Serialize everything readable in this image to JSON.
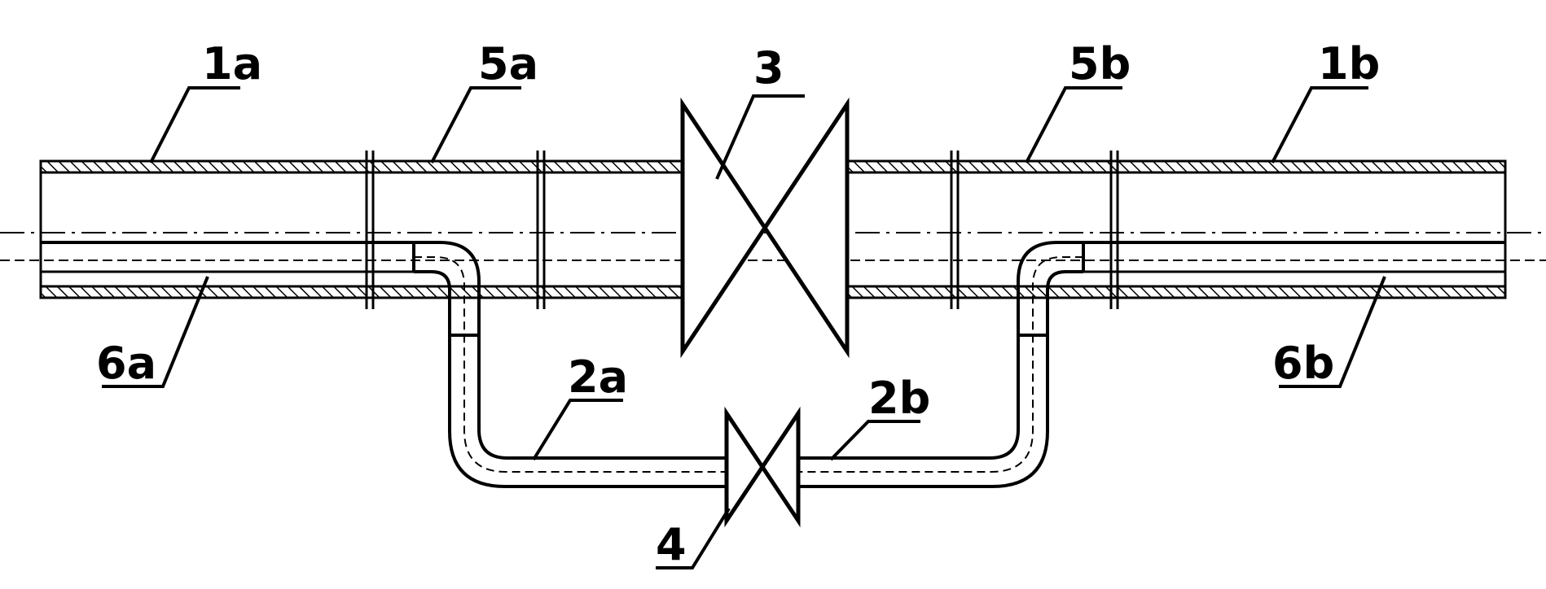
{
  "diagram": {
    "labels": {
      "1a": "1a",
      "5a": "5a",
      "3": "3",
      "5b": "5b",
      "1b": "1b",
      "6a": "6a",
      "6b": "6b",
      "2a": "2a",
      "2b": "2b",
      "4": "4"
    },
    "colors": {
      "line": "#000000",
      "background": "#ffffff"
    }
  }
}
